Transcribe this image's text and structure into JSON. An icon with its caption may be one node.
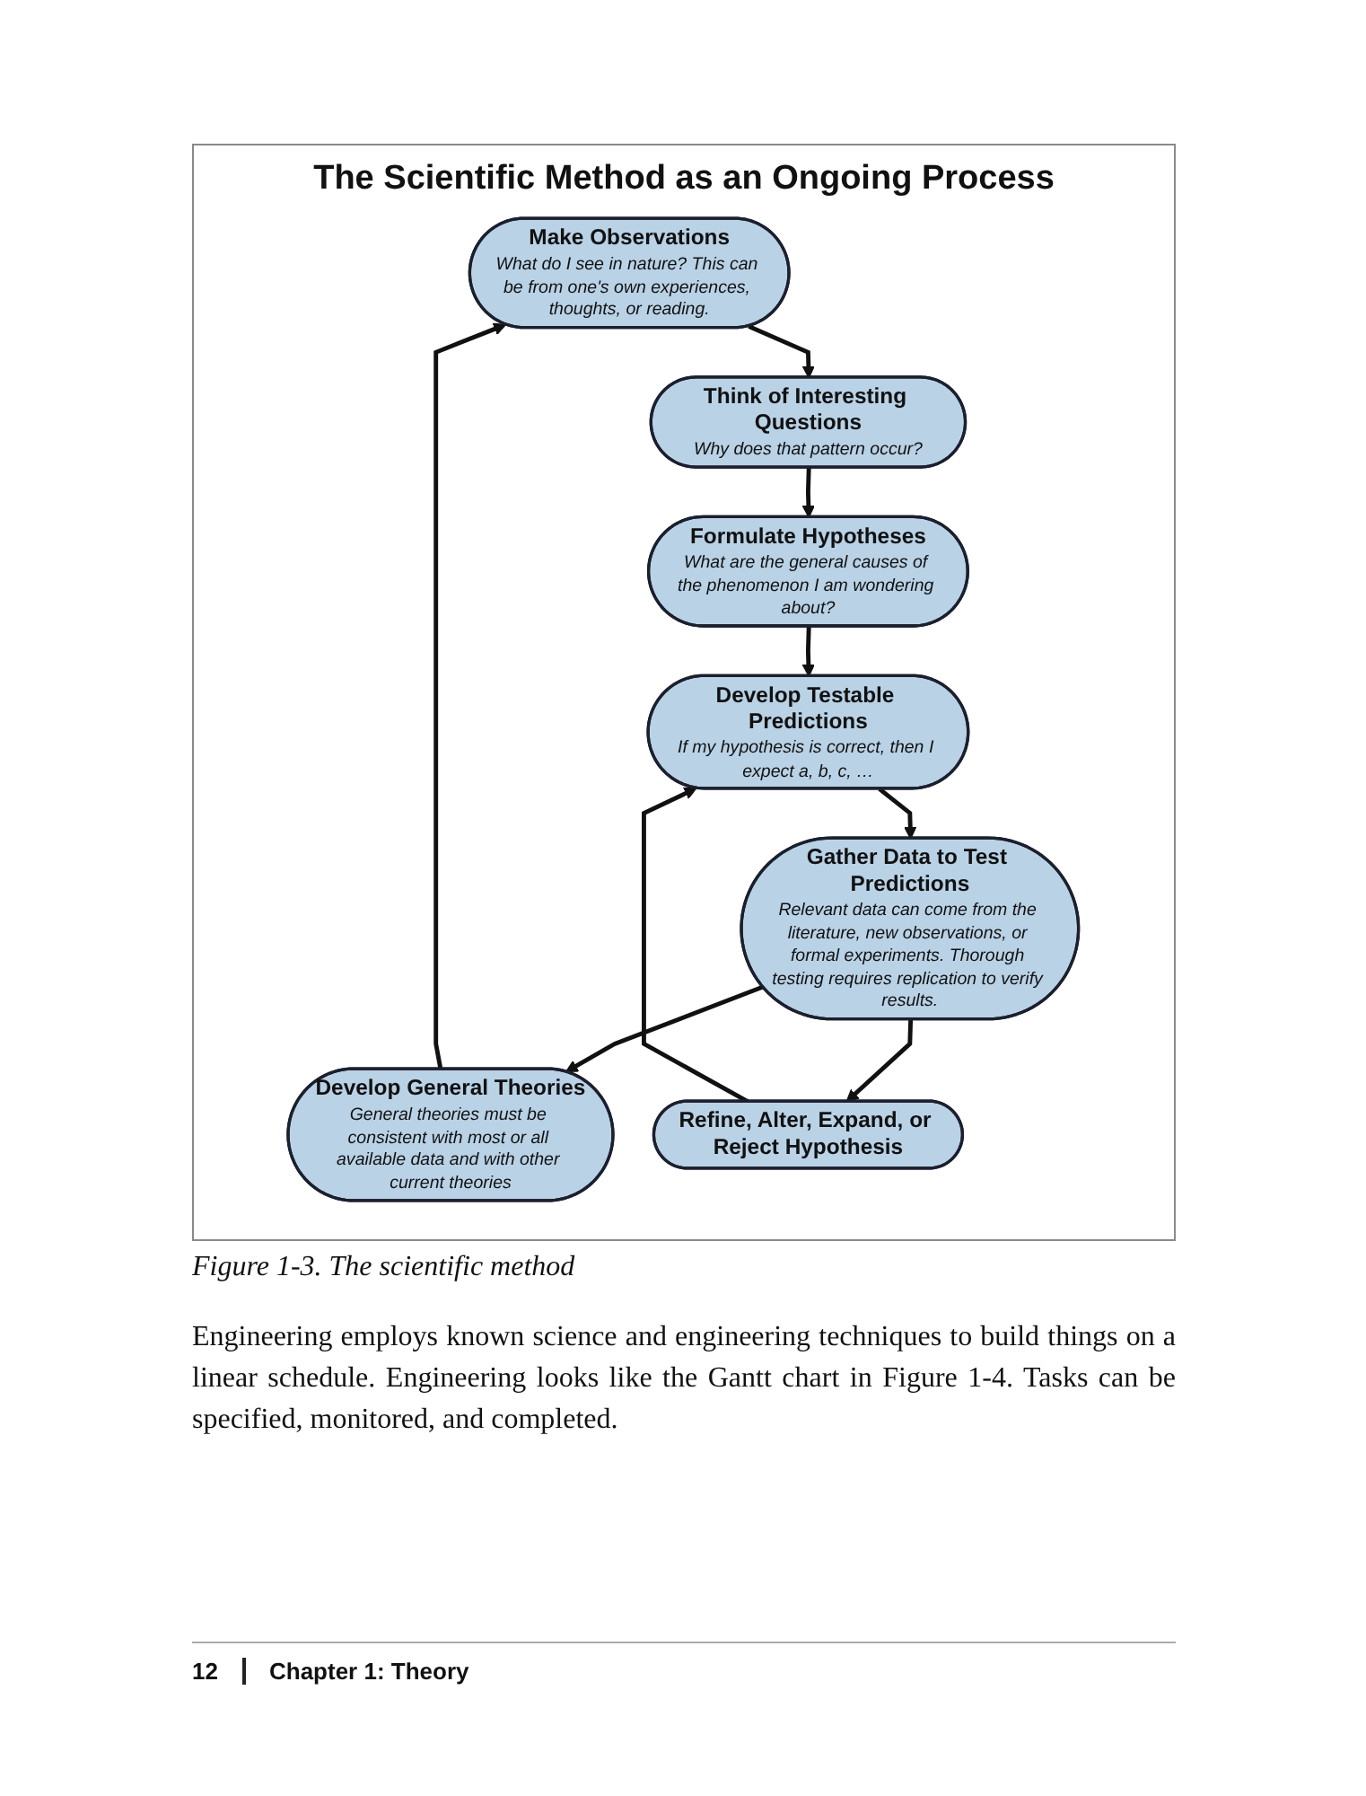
{
  "diagram": {
    "title": "The Scientific Method as an Ongoing Process",
    "caption": "Figure 1-3. The scientific method",
    "nodes": [
      {
        "text": [
          "Make Observations",
          "What do I see in nature? This can be from one's own experiences, thoughts, or reading."
        ]
      },
      {
        "text": [
          "Develop General Theories",
          "General theories must be consistent with most or all available data and with other current theories"
        ]
      },
      {
        "text": [
          "Think of Interesting Questions",
          "Why does that pattern occur?"
        ]
      },
      {
        "text": [
          "Refine, Alter, Expand, or Reject Hypothesis"
        ]
      },
      {
        "text": [
          "Gather Data to Test Predictions",
          "Relevant data can come from the literature, new observations, or formal experiments. Thorough testing requires replication to verify results."
        ]
      },
      {
        "text": [
          "Formulate Hypotheses",
          "What are the general causes of the phenomenon I am wondering about?"
        ]
      },
      {
        "text": [
          "Develop Testable Predictions",
          "If my hypothesis is correct, then I expect a, b, c, …"
        ]
      }
    ],
    "edges": [
      {
        "from": 1,
        "to": 0,
        "arrow": "to"
      },
      {
        "from": 0,
        "to": 2,
        "arrow": "to"
      },
      {
        "from": 2,
        "to": 5,
        "arrow": "to"
      },
      {
        "from": 5,
        "to": 6,
        "arrow": "to"
      },
      {
        "from": 6,
        "to": 4,
        "arrow": "to"
      },
      {
        "from": 4,
        "to": 1,
        "arrow": "to"
      },
      {
        "from": 4,
        "to": 3,
        "arrow": "to"
      },
      {
        "from": 3,
        "to": 6,
        "arrow": "to"
      }
    ],
    "labels": [
      "Engineering employs known science and engineering techniques to build things on a linear schedule. Engineering looks like the Gantt chart in Figure 1-4. Tasks can be specified, monitored, and completed.",
      "12",
      "Chapter 1: Theory"
    ]
  }
}
